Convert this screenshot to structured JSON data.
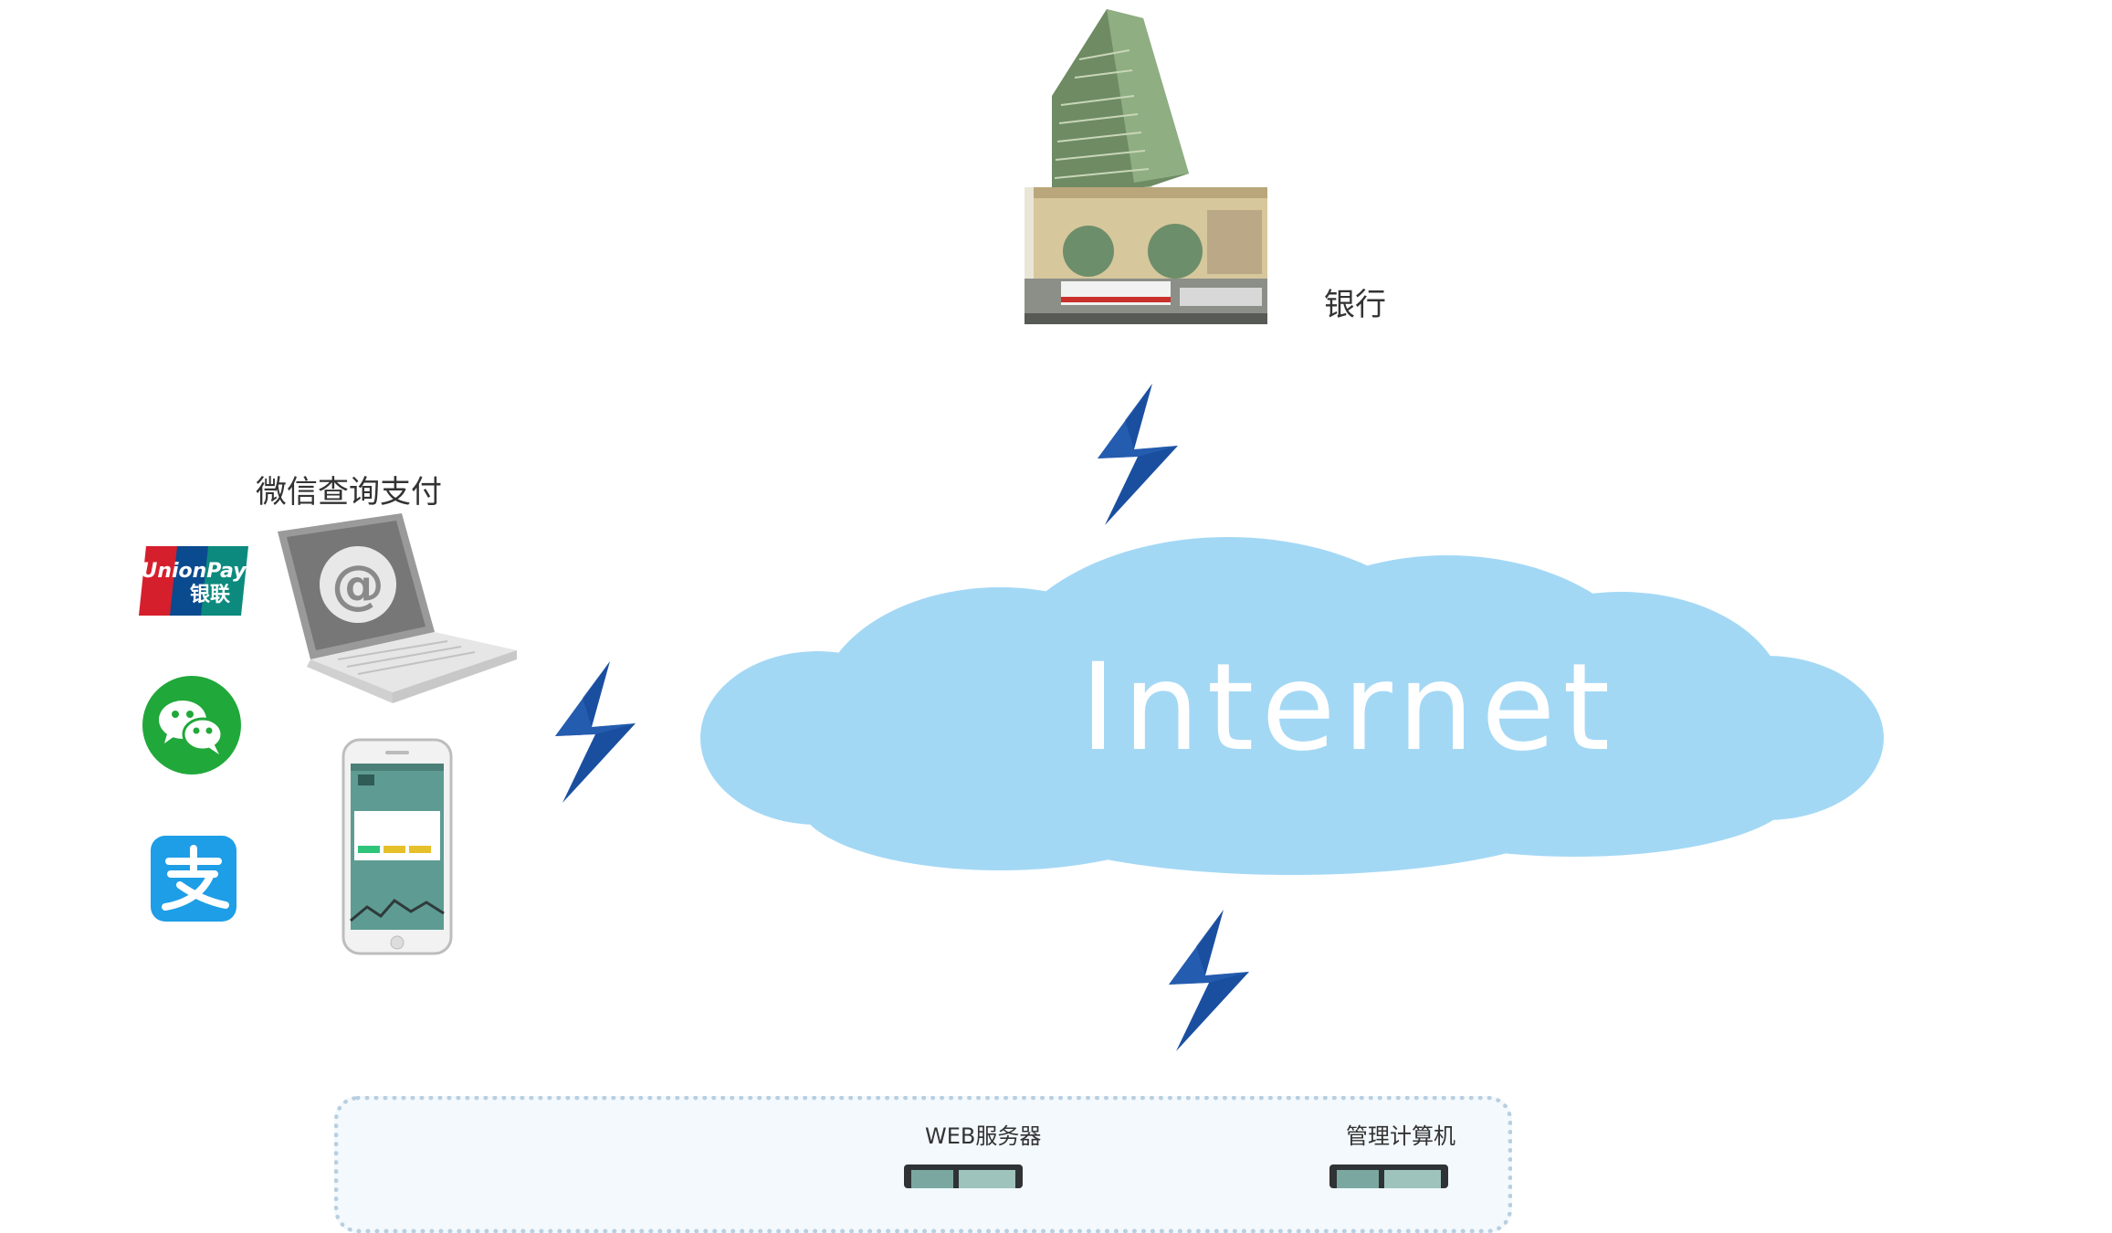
{
  "bank": {
    "label": "银行"
  },
  "payments": {
    "title": "微信查询支付",
    "unionpay_text_1": "UnionPay",
    "unionpay_text_2": "银联"
  },
  "cloud": {
    "label": "Internet"
  },
  "lan": {
    "web_server_label": "WEB服务器",
    "admin_pc_label": "管理计算机"
  },
  "colors": {
    "cloud": "#a3d8f5",
    "lightning": "#1a4fa0",
    "lan_border": "#b9cfe0",
    "lan_fill": "#f3f9fd",
    "wechat": "#20a83a",
    "alipay": "#1e9ee6",
    "unionpay_red": "#d61f2d",
    "unionpay_blue": "#0a4a8e",
    "unionpay_green": "#0c8a7e"
  }
}
